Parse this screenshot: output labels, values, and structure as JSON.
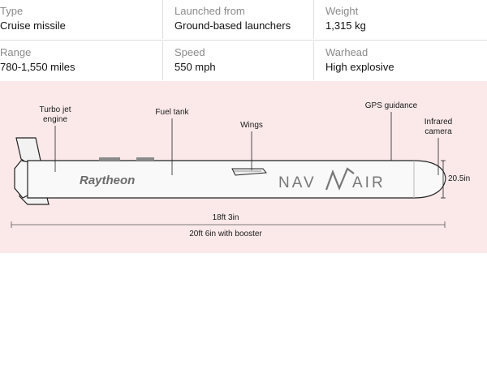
{
  "specs": [
    [
      {
        "label": "Type",
        "value": "Cruise missile"
      },
      {
        "label": "Launched from",
        "value": "Ground-based launchers"
      },
      {
        "label": "Weight",
        "value": "1,315 kg"
      }
    ],
    [
      {
        "label": "Range",
        "value": "780-1,550 miles"
      },
      {
        "label": "Speed",
        "value": "550 mph"
      },
      {
        "label": "Warhead",
        "value": "High explosive"
      }
    ]
  ],
  "diagram": {
    "annotations": {
      "turbo_jet_line1": "Turbo jet",
      "turbo_jet_line2": "engine",
      "fuel_tank": "Fuel tank",
      "wings": "Wings",
      "gps_guidance": "GPS guidance",
      "infrared_line1": "Infrared",
      "infrared_line2": "camera"
    },
    "logos": {
      "raytheon": "Raytheon",
      "navair_left": "NAV",
      "navair_right": "AIR"
    },
    "dimensions": {
      "diameter": "20.5in",
      "body_length": "18ft 3in",
      "total_length": "20ft 6in with booster"
    }
  }
}
